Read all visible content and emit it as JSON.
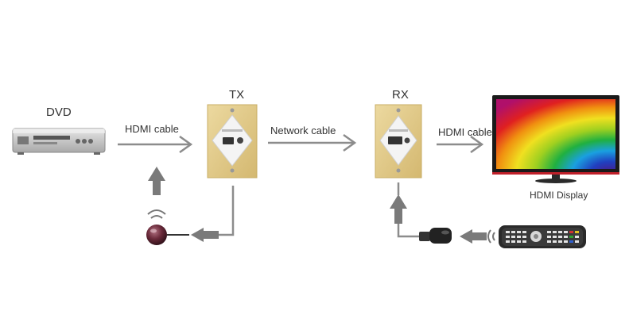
{
  "labels": {
    "dvd": "DVD",
    "tx": "TX",
    "rx": "RX",
    "hdmi_cable_1": "HDMI cable",
    "network_cable": "Network cable",
    "hdmi_cable_2": "HDMI cable",
    "hdmi_display": "HDMI Display"
  },
  "colors": {
    "arrow": "#8c8c8c",
    "plate_gold": "#e2cc8e",
    "plate_face": "#f2f2f2",
    "tv_frame": "#1a1a1a",
    "tv_stand": "#c0202a"
  },
  "icons": {
    "dvd_player": "dvd-player-icon",
    "tx_plate": "wall-plate-transmitter-icon",
    "rx_plate": "wall-plate-receiver-icon",
    "tv": "tv-display-icon",
    "ir_receiver": "ir-receiver-eye-icon",
    "ir_emitter": "ir-emitter-icon",
    "remote": "remote-control-icon"
  }
}
